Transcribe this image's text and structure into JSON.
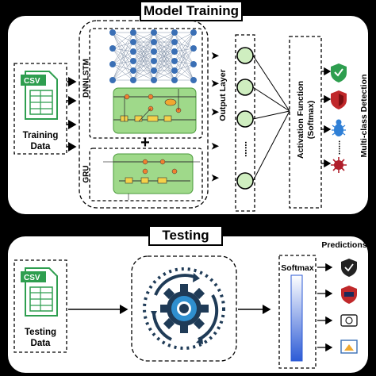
{
  "top": {
    "title": "Model Training",
    "input_label_line1": "Training",
    "input_label_line2": "Data",
    "csv": "CSV",
    "dnnlstm": "DNNLSTM",
    "gru": "GRU",
    "plus": "+",
    "output_layer": "Output Layer",
    "activation_line1": "Activation Function",
    "activation_line2": "(Softmax)",
    "multiclass": "Multi-class Detection",
    "dots": "......"
  },
  "bottom": {
    "title": "Testing",
    "input_label_line1": "Testing",
    "input_label_line2": "Data",
    "csv": "CSV",
    "softmax": "Softmax",
    "predictions": "Predictions"
  },
  "colors": {
    "background": "#000000",
    "panel": "#ffffff",
    "csv_green": "#2e9e4f",
    "neuron_blue": "#3a6fb5",
    "lstm_green": "#9fd98a",
    "output_green": "#cfeec0",
    "gear_dark": "#1f3b57",
    "gear_blue": "#2f8fcf",
    "softmax_bar": "#2d5bd6"
  },
  "icons": [
    "csv-file-icon",
    "shield-check-icon",
    "shield-red-icon",
    "bug-icon",
    "virus-icon",
    "gear-cycle-icon"
  ]
}
